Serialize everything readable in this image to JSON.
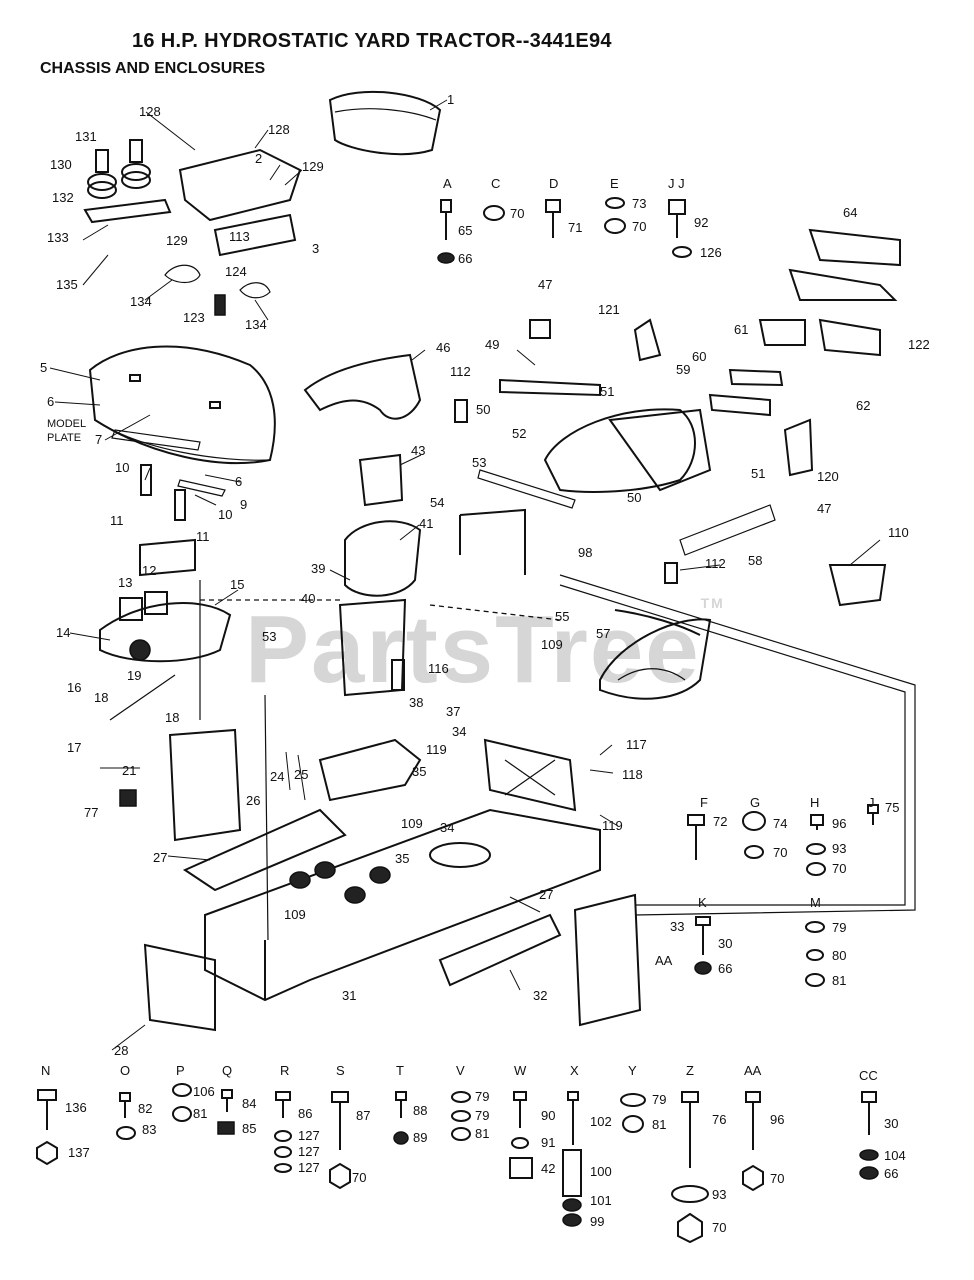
{
  "title": "16 H.P. HYDROSTATIC YARD TRACTOR--3441E94",
  "subtitle": "CHASSIS AND ENCLOSURES",
  "watermark": "PartsTree",
  "watermark_tm": "TM",
  "callouts": [
    {
      "id": "c1",
      "text": "1"
    },
    {
      "id": "c128a",
      "text": "128"
    },
    {
      "id": "c128b",
      "text": "128"
    },
    {
      "id": "c131",
      "text": "131"
    },
    {
      "id": "c130",
      "text": "130"
    },
    {
      "id": "c2",
      "text": "2"
    },
    {
      "id": "c129a",
      "text": "129"
    },
    {
      "id": "c132",
      "text": "132"
    },
    {
      "id": "c133",
      "text": "133"
    },
    {
      "id": "c135",
      "text": "135"
    },
    {
      "id": "c129b",
      "text": "129"
    },
    {
      "id": "c3",
      "text": "3"
    },
    {
      "id": "c134a",
      "text": "134"
    },
    {
      "id": "c134b",
      "text": "134"
    },
    {
      "id": "c123",
      "text": "123"
    },
    {
      "id": "c124",
      "text": "124"
    },
    {
      "id": "c113",
      "text": "113"
    },
    {
      "id": "c5",
      "text": "5"
    },
    {
      "id": "c6a",
      "text": "6"
    },
    {
      "id": "c7",
      "text": "7"
    },
    {
      "id": "cmodel",
      "text": "MODEL"
    },
    {
      "id": "cplate",
      "text": "PLATE"
    },
    {
      "id": "c6b",
      "text": "6"
    },
    {
      "id": "c10a",
      "text": "10"
    },
    {
      "id": "c9",
      "text": "9"
    },
    {
      "id": "c10b",
      "text": "10"
    },
    {
      "id": "c11a",
      "text": "11"
    },
    {
      "id": "c11b",
      "text": "11"
    },
    {
      "id": "c12",
      "text": "12"
    },
    {
      "id": "c13",
      "text": "13"
    },
    {
      "id": "c15",
      "text": "15"
    },
    {
      "id": "c14",
      "text": "14"
    },
    {
      "id": "c19",
      "text": "19"
    },
    {
      "id": "c16",
      "text": "16"
    },
    {
      "id": "c18a",
      "text": "18"
    },
    {
      "id": "c18b",
      "text": "18"
    },
    {
      "id": "c17",
      "text": "17"
    },
    {
      "id": "c46",
      "text": "46"
    },
    {
      "id": "c112a",
      "text": "112"
    },
    {
      "id": "c47a",
      "text": "47"
    },
    {
      "id": "c49",
      "text": "49"
    },
    {
      "id": "c50a",
      "text": "50"
    },
    {
      "id": "c51a",
      "text": "51"
    },
    {
      "id": "c52",
      "text": "52"
    },
    {
      "id": "c121",
      "text": "121"
    },
    {
      "id": "c60",
      "text": "60"
    },
    {
      "id": "c59",
      "text": "59"
    },
    {
      "id": "c61",
      "text": "61"
    },
    {
      "id": "c62",
      "text": "62"
    },
    {
      "id": "c122",
      "text": "122"
    },
    {
      "id": "c64",
      "text": "64"
    },
    {
      "id": "c43",
      "text": "43"
    },
    {
      "id": "c53a",
      "text": "53"
    },
    {
      "id": "c54",
      "text": "54"
    },
    {
      "id": "c41",
      "text": "41"
    },
    {
      "id": "c39",
      "text": "39"
    },
    {
      "id": "c40",
      "text": "40"
    },
    {
      "id": "c53b",
      "text": "53"
    },
    {
      "id": "c50b",
      "text": "50"
    },
    {
      "id": "c51b",
      "text": "51"
    },
    {
      "id": "c120",
      "text": "120"
    },
    {
      "id": "c47b",
      "text": "47"
    },
    {
      "id": "c98",
      "text": "98"
    },
    {
      "id": "c58",
      "text": "58"
    },
    {
      "id": "c112b",
      "text": "112"
    },
    {
      "id": "c110",
      "text": "110"
    },
    {
      "id": "c55",
      "text": "55"
    },
    {
      "id": "c109a",
      "text": "109"
    },
    {
      "id": "c57",
      "text": "57"
    },
    {
      "id": "c116",
      "text": "116"
    },
    {
      "id": "c38",
      "text": "38"
    },
    {
      "id": "c37",
      "text": "37"
    },
    {
      "id": "c34a",
      "text": "34"
    },
    {
      "id": "c117",
      "text": "117"
    },
    {
      "id": "c118",
      "text": "118"
    },
    {
      "id": "c119a",
      "text": "119"
    },
    {
      "id": "c119b",
      "text": "119"
    },
    {
      "id": "c35a",
      "text": "35"
    },
    {
      "id": "c109b",
      "text": "109"
    },
    {
      "id": "c34b",
      "text": "34"
    },
    {
      "id": "c35b",
      "text": "35"
    },
    {
      "id": "c21",
      "text": "21"
    },
    {
      "id": "c77",
      "text": "77"
    },
    {
      "id": "c24",
      "text": "24"
    },
    {
      "id": "c25",
      "text": "25"
    },
    {
      "id": "c26",
      "text": "26"
    },
    {
      "id": "c27a",
      "text": "27"
    },
    {
      "id": "c109c",
      "text": "109"
    },
    {
      "id": "c27b",
      "text": "27"
    },
    {
      "id": "c33",
      "text": "33"
    },
    {
      "id": "c31",
      "text": "31"
    },
    {
      "id": "c32",
      "text": "32"
    },
    {
      "id": "c28",
      "text": "28"
    },
    {
      "id": "cAA",
      "text": "AA"
    }
  ],
  "hardware_top": [
    {
      "letter": "A",
      "parts": [
        "65",
        "66"
      ]
    },
    {
      "letter": "C",
      "parts": [
        "70"
      ]
    },
    {
      "letter": "D",
      "parts": [
        "71"
      ]
    },
    {
      "letter": "E",
      "parts": [
        "73",
        "70"
      ]
    },
    {
      "letter": "J J",
      "parts": [
        "92",
        "126"
      ]
    }
  ],
  "hardware_mid": [
    {
      "letter": "F",
      "parts": [
        "72"
      ]
    },
    {
      "letter": "G",
      "parts": [
        "74",
        "70"
      ]
    },
    {
      "letter": "H",
      "parts": [
        "96",
        "93",
        "70"
      ]
    },
    {
      "letter": "J",
      "parts": [
        "75"
      ]
    },
    {
      "letter": "K",
      "parts": [
        "30",
        "66"
      ]
    },
    {
      "letter": "M",
      "parts": [
        "79",
        "80",
        "81"
      ]
    }
  ],
  "hardware_bottom": [
    {
      "letter": "N",
      "parts": [
        "136",
        "137"
      ]
    },
    {
      "letter": "O",
      "parts": [
        "82",
        "83"
      ]
    },
    {
      "letter": "P",
      "parts": [
        "106",
        "81"
      ]
    },
    {
      "letter": "Q",
      "parts": [
        "84",
        "85"
      ]
    },
    {
      "letter": "R",
      "parts": [
        "86",
        "127",
        "127",
        "127"
      ]
    },
    {
      "letter": "S",
      "parts": [
        "87",
        "70"
      ]
    },
    {
      "letter": "T",
      "parts": [
        "88",
        "89"
      ]
    },
    {
      "letter": "V",
      "parts": [
        "79",
        "79",
        "81"
      ]
    },
    {
      "letter": "W",
      "parts": [
        "90",
        "91",
        "42"
      ]
    },
    {
      "letter": "X",
      "parts": [
        "102",
        "100",
        "101",
        "99"
      ]
    },
    {
      "letter": "Y",
      "parts": [
        "79",
        "81"
      ]
    },
    {
      "letter": "Z",
      "parts": [
        "76",
        "93",
        "70"
      ]
    },
    {
      "letter": "AA",
      "parts": [
        "96",
        "70"
      ]
    },
    {
      "letter": "CC",
      "parts": [
        "30",
        "104",
        "66"
      ]
    }
  ]
}
